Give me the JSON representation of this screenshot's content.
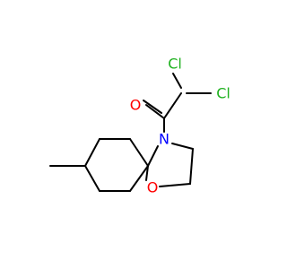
{
  "molecule": {
    "atoms": {
      "cl_top": {
        "symbol": "Cl",
        "color": "#1fb11f"
      },
      "cl_right": {
        "symbol": "Cl",
        "color": "#1fb11f"
      },
      "oxygen_carbonyl": {
        "symbol": "O",
        "color": "#ff0000"
      },
      "nitrogen": {
        "symbol": "N",
        "color": "#0000ff"
      },
      "oxygen_ring": {
        "symbol": "O",
        "color": "#ff0000"
      }
    },
    "bond_color": "#000000"
  }
}
